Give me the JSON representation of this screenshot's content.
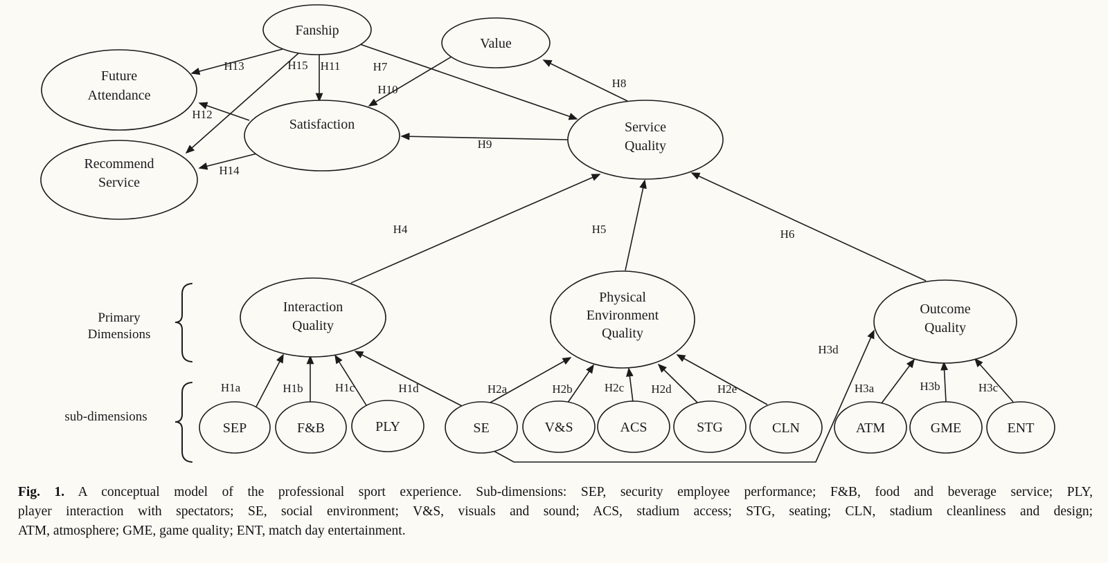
{
  "figure_type": "conceptual-model-path-diagram",
  "colors": {
    "ink": "#1b1b1b",
    "paper": "#fbfaf5"
  },
  "groups": {
    "primary_dimensions": {
      "lines": [
        "Primary",
        "Dimensions"
      ]
    },
    "sub_dimensions": {
      "label": "sub-dimensions"
    }
  },
  "nodes": {
    "fanship": {
      "label": "Fanship"
    },
    "value": {
      "label": "Value"
    },
    "future_attendance": {
      "lines": [
        "Future",
        "Attendance"
      ]
    },
    "satisfaction": {
      "label": "Satisfaction"
    },
    "service_quality": {
      "lines": [
        "Service",
        "Quality"
      ]
    },
    "recommend_service": {
      "lines": [
        "Recommend",
        "Service"
      ]
    },
    "interaction_quality": {
      "lines": [
        "Interaction",
        "Quality"
      ]
    },
    "physical_environment_quality": {
      "lines": [
        "Physical",
        "Environment",
        "Quality"
      ]
    },
    "outcome_quality": {
      "lines": [
        "Outcome",
        "Quality"
      ]
    },
    "sep": {
      "label": "SEP"
    },
    "fb": {
      "label": "F&B"
    },
    "ply": {
      "label": "PLY"
    },
    "se": {
      "label": "SE"
    },
    "vs": {
      "label": "V&S"
    },
    "acs": {
      "label": "ACS"
    },
    "stg": {
      "label": "STG"
    },
    "cln": {
      "label": "CLN"
    },
    "atm": {
      "label": "ATM"
    },
    "gme": {
      "label": "GME"
    },
    "ent": {
      "label": "ENT"
    }
  },
  "hypotheses": {
    "H1a": "H1a",
    "H1b": "H1b",
    "H1c": "H1c",
    "H1d": "H1d",
    "H2a": "H2a",
    "H2b": "H2b",
    "H2c": "H2c",
    "H2d": "H2d",
    "H2e": "H2e",
    "H3a": "H3a",
    "H3b": "H3b",
    "H3c": "H3c",
    "H3d": "H3d",
    "H4": "H4",
    "H5": "H5",
    "H6": "H6",
    "H7": "H7",
    "H8": "H8",
    "H9": "H9",
    "H10": "H10",
    "H11": "H11",
    "H12": "H12",
    "H13": "H13",
    "H14": "H14",
    "H15": "H15"
  },
  "edges": [
    {
      "label": "H1a",
      "from": "SEP",
      "to": "Interaction Quality"
    },
    {
      "label": "H1b",
      "from": "F&B",
      "to": "Interaction Quality"
    },
    {
      "label": "H1c",
      "from": "PLY",
      "to": "Interaction Quality"
    },
    {
      "label": "H1d",
      "from": "SE",
      "to": "Interaction Quality"
    },
    {
      "label": "H2a",
      "from": "SE",
      "to": "Physical Environment Quality"
    },
    {
      "label": "H2b",
      "from": "V&S",
      "to": "Physical Environment Quality"
    },
    {
      "label": "H2c",
      "from": "ACS",
      "to": "Physical Environment Quality"
    },
    {
      "label": "H2d",
      "from": "STG",
      "to": "Physical Environment Quality"
    },
    {
      "label": "H2e",
      "from": "CLN",
      "to": "Physical Environment Quality"
    },
    {
      "label": "H3a",
      "from": "ATM",
      "to": "Outcome Quality"
    },
    {
      "label": "H3b",
      "from": "GME",
      "to": "Outcome Quality"
    },
    {
      "label": "H3c",
      "from": "ENT",
      "to": "Outcome Quality"
    },
    {
      "label": "H3d",
      "from": "SE",
      "to": "Outcome Quality"
    },
    {
      "label": "H4",
      "from": "Interaction Quality",
      "to": "Service Quality"
    },
    {
      "label": "H5",
      "from": "Physical Environment Quality",
      "to": "Service Quality"
    },
    {
      "label": "H6",
      "from": "Outcome Quality",
      "to": "Service Quality"
    },
    {
      "label": "H7",
      "from": "Fanship",
      "to": "Service Quality"
    },
    {
      "label": "H8",
      "from": "Service Quality",
      "to": "Value"
    },
    {
      "label": "H9",
      "from": "Service Quality",
      "to": "Satisfaction"
    },
    {
      "label": "H10",
      "from": "Value",
      "to": "Satisfaction"
    },
    {
      "label": "H11",
      "from": "Fanship",
      "to": "Satisfaction"
    },
    {
      "label": "H12",
      "from": "Satisfaction",
      "to": "Future Attendance"
    },
    {
      "label": "H13",
      "from": "Fanship",
      "to": "Future Attendance"
    },
    {
      "label": "H14",
      "from": "Satisfaction",
      "to": "Recommend Service"
    },
    {
      "label": "H15",
      "from": "Fanship",
      "to": "Recommend Service"
    }
  ],
  "caption": {
    "fig_label": "Fig. 1.",
    "line1_rest": " A conceptual model of the professional sport experience. Sub-dimensions: SEP, security employee performance; F&B, food and beverage service; PLY,",
    "line2": "player interaction with spectators; SE, social environment; V&S, visuals and sound; ACS, stadium access; STG, seating; CLN, stadium cleanliness and design;",
    "line3": "ATM, atmosphere; GME, game quality; ENT, match day entertainment."
  }
}
